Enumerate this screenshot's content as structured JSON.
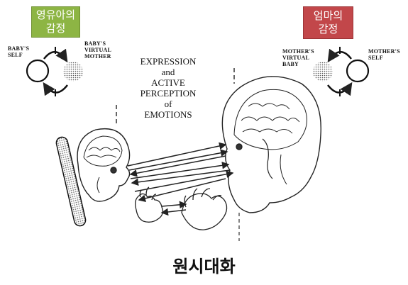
{
  "labels": {
    "baby_emotion": [
      "영유아의",
      "감정"
    ],
    "mother_emotion": [
      "엄마의",
      "감정"
    ],
    "babys_self": [
      "BABY'S",
      "SELF"
    ],
    "babys_virtual_mother": [
      "BABY'S",
      "VIRTUAL",
      "MOTHER"
    ],
    "mothers_virtual_baby": [
      "MOTHER'S",
      "VIRTUAL",
      "BABY"
    ],
    "mothers_self": [
      "MOTHER'S",
      "SELF"
    ],
    "center": [
      "EXPRESSION",
      "and",
      "ACTIVE",
      "PERCEPTION",
      "of",
      "EMOTIONS"
    ],
    "caption": "원시대화"
  },
  "colors": {
    "baby_box": "#8db544",
    "mother_box": "#c2474a"
  }
}
